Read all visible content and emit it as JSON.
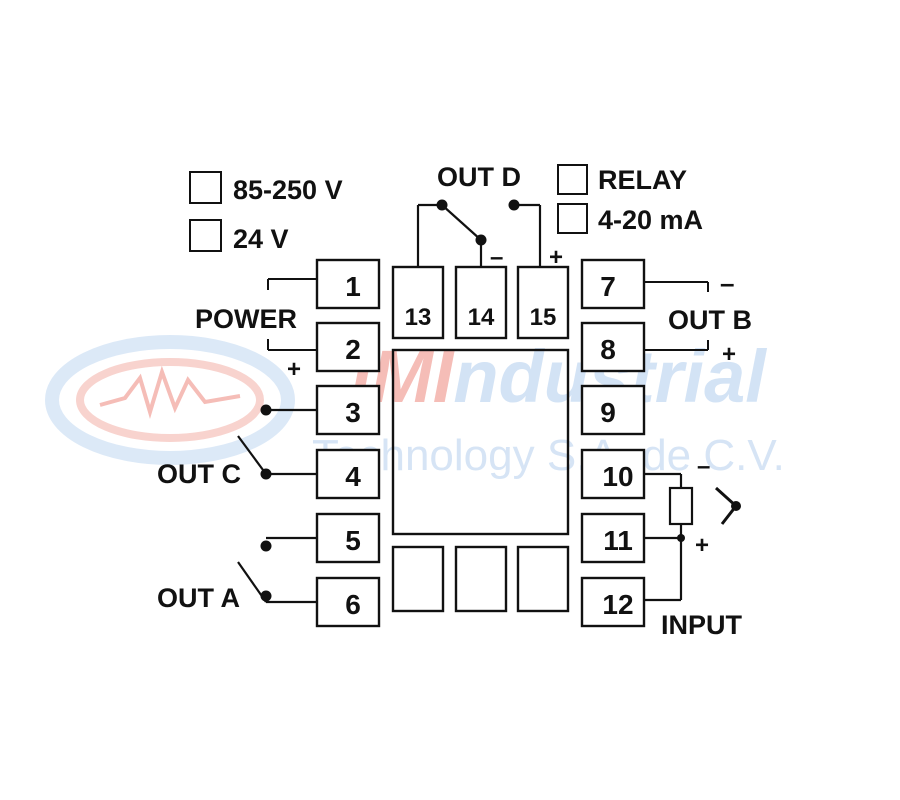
{
  "diagram": {
    "supply_options": [
      "85-250 V",
      "24 V"
    ],
    "output_type_options": [
      "RELAY",
      "4-20 mA"
    ],
    "labels": {
      "power": "POWER",
      "out_a": "OUT A",
      "out_b": "OUT B",
      "out_c": "OUT C",
      "out_d": "OUT D",
      "input": "INPUT"
    },
    "signs": {
      "plus": "+",
      "minus": "–"
    },
    "terminals": {
      "left": [
        "1",
        "2",
        "3",
        "4",
        "5",
        "6"
      ],
      "top": [
        "13",
        "14",
        "15"
      ],
      "right": [
        "7",
        "8",
        "9",
        "10",
        "11",
        "12"
      ]
    }
  },
  "watermark": {
    "brand_line": "JMIndustrial",
    "brand_first": "JMI",
    "brand_rest": "ndustrial",
    "sub_line": "Technology S.A. de C.V."
  },
  "colors": {
    "ink": "#111111",
    "watermark_red": "#f4b6b0",
    "watermark_blue": "#cfe0f4"
  }
}
